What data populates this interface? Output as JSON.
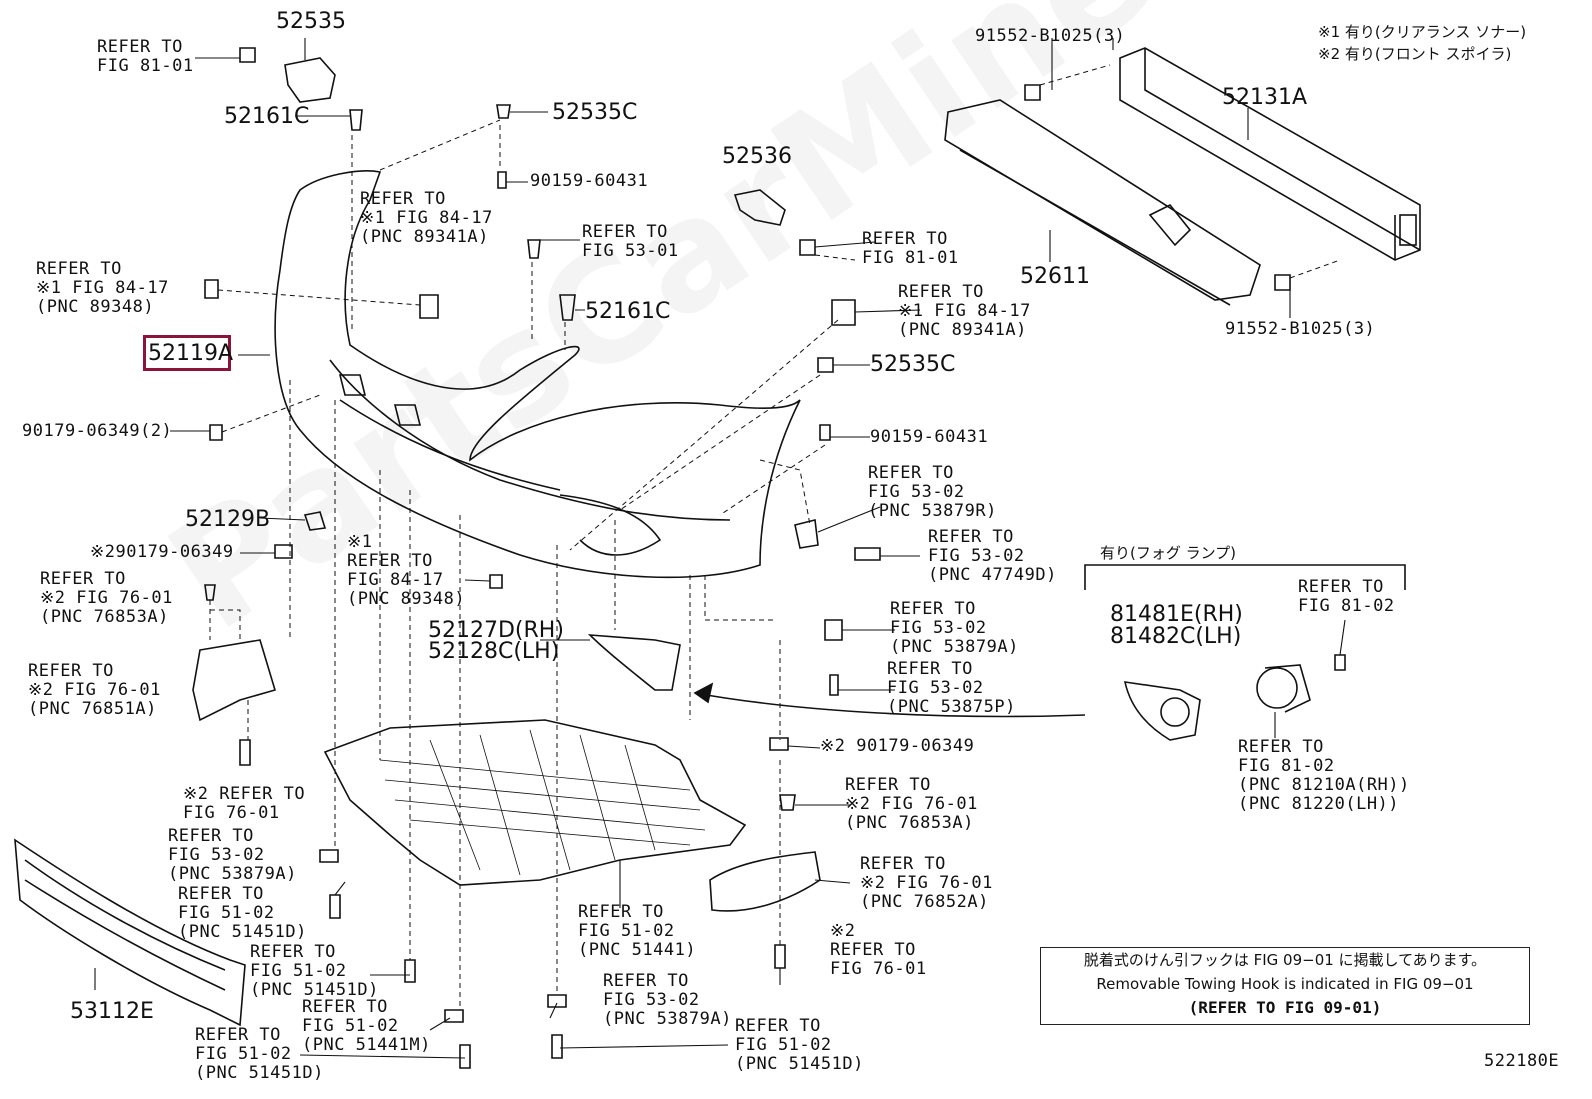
{
  "legend": {
    "line1": "※1 有り(クリアランス ソナー)",
    "line2": "※2 有り(フロント スポイラ)"
  },
  "fog_group_label": "有り(フォグ ランプ)",
  "note": {
    "jp": "脱着式のけん引フックは FIG 09−01 に掲載してあります。",
    "en": "Removable Towing Hook is indicated in FIG 09−01",
    "ref": "(REFER TO FIG 09-01)"
  },
  "figure_code": "522180E",
  "watermark": "PartsCarMine.ru",
  "highlighted_part": "52119A",
  "part_numbers": {
    "p52535": "52535",
    "p52161c_top": "52161C",
    "p52535c_top": "52535C",
    "p52536": "52536",
    "p52131a": "52131A",
    "p52611": "52611",
    "p52161c_mid": "52161C",
    "p52535c_right": "52535C",
    "p52129b": "52129B",
    "p52127d": "52127D(RH)",
    "p52128c": "52128C(LH)",
    "p81481e": "81481E(RH)",
    "p81482c": "81482C(LH)",
    "p53112e": "53112E"
  },
  "fasteners": {
    "f91552_top": "91552-B1025(3)",
    "f91552_bot": "91552-B1025(3)",
    "f90159_top": "90159-60431",
    "f90159_mid": "90159-60431",
    "f90179_left": "90179-06349(2)",
    "f90179_x2": "※290179-06349",
    "f90179_right": "※2 90179-06349"
  },
  "refs": {
    "r1": "REFER TO\nFIG 81-01",
    "r2": "REFER TO\n※1 FIG 84-17\n(PNC 89341A)",
    "r3": "REFER TO\nFIG 53-01",
    "r4": "REFER TO\nFIG 81-01",
    "r5": "REFER TO\n※1 FIG 84-17\n(PNC 89348)",
    "r6": "REFER TO\n※1 FIG 84-17\n(PNC 89341A)",
    "r7": "REFER TO\nFIG 53-02\n(PNC 53879R)",
    "r8": "REFER TO\nFIG 53-02\n(PNC 47749D)",
    "r9": "※1\nREFER TO\nFIG 84-17\n(PNC 89348)",
    "r10": "REFER TO\n※2 FIG 76-01\n(PNC 76853A)",
    "r11": "REFER TO\nFIG 53-02\n(PNC 53879A)",
    "r12": "REFER TO\nFIG 53-02\n(PNC 53875P)",
    "r13": "REFER TO\nFIG 81-02",
    "r14": "REFER TO\n※2 FIG 76-01\n(PNC 76851A)",
    "r15": "REFER TO\nFIG 81-02\n(PNC 81210A(RH))\n(PNC 81220(LH))",
    "r16": "※2 REFER TO\nFIG 76-01",
    "r17": "REFER TO\n※2 FIG 76-01\n(PNC 76853A)",
    "r18": "REFER TO\nFIG 53-02\n(PNC 53879A)",
    "r19": "REFER TO\nFIG 51-02\n(PNC 51451D)",
    "r20": "REFER TO\n※2 FIG 76-01\n(PNC 76852A)",
    "r21": "REFER TO\nFIG 51-02\n(PNC 51441)",
    "r22": "※2\nREFER TO\nFIG 76-01",
    "r23": "REFER TO\nFIG 51-02\n(PNC 51451D)",
    "r24": "REFER TO\nFIG 53-02\n(PNC 53879A)",
    "r25": "REFER TO\nFIG 51-02\n(PNC 51441M)",
    "r26": "REFER TO\nFIG 51-02\n(PNC 51451D)",
    "r27": "REFER TO\nFIG 51-02\n(PNC 51451D)"
  }
}
